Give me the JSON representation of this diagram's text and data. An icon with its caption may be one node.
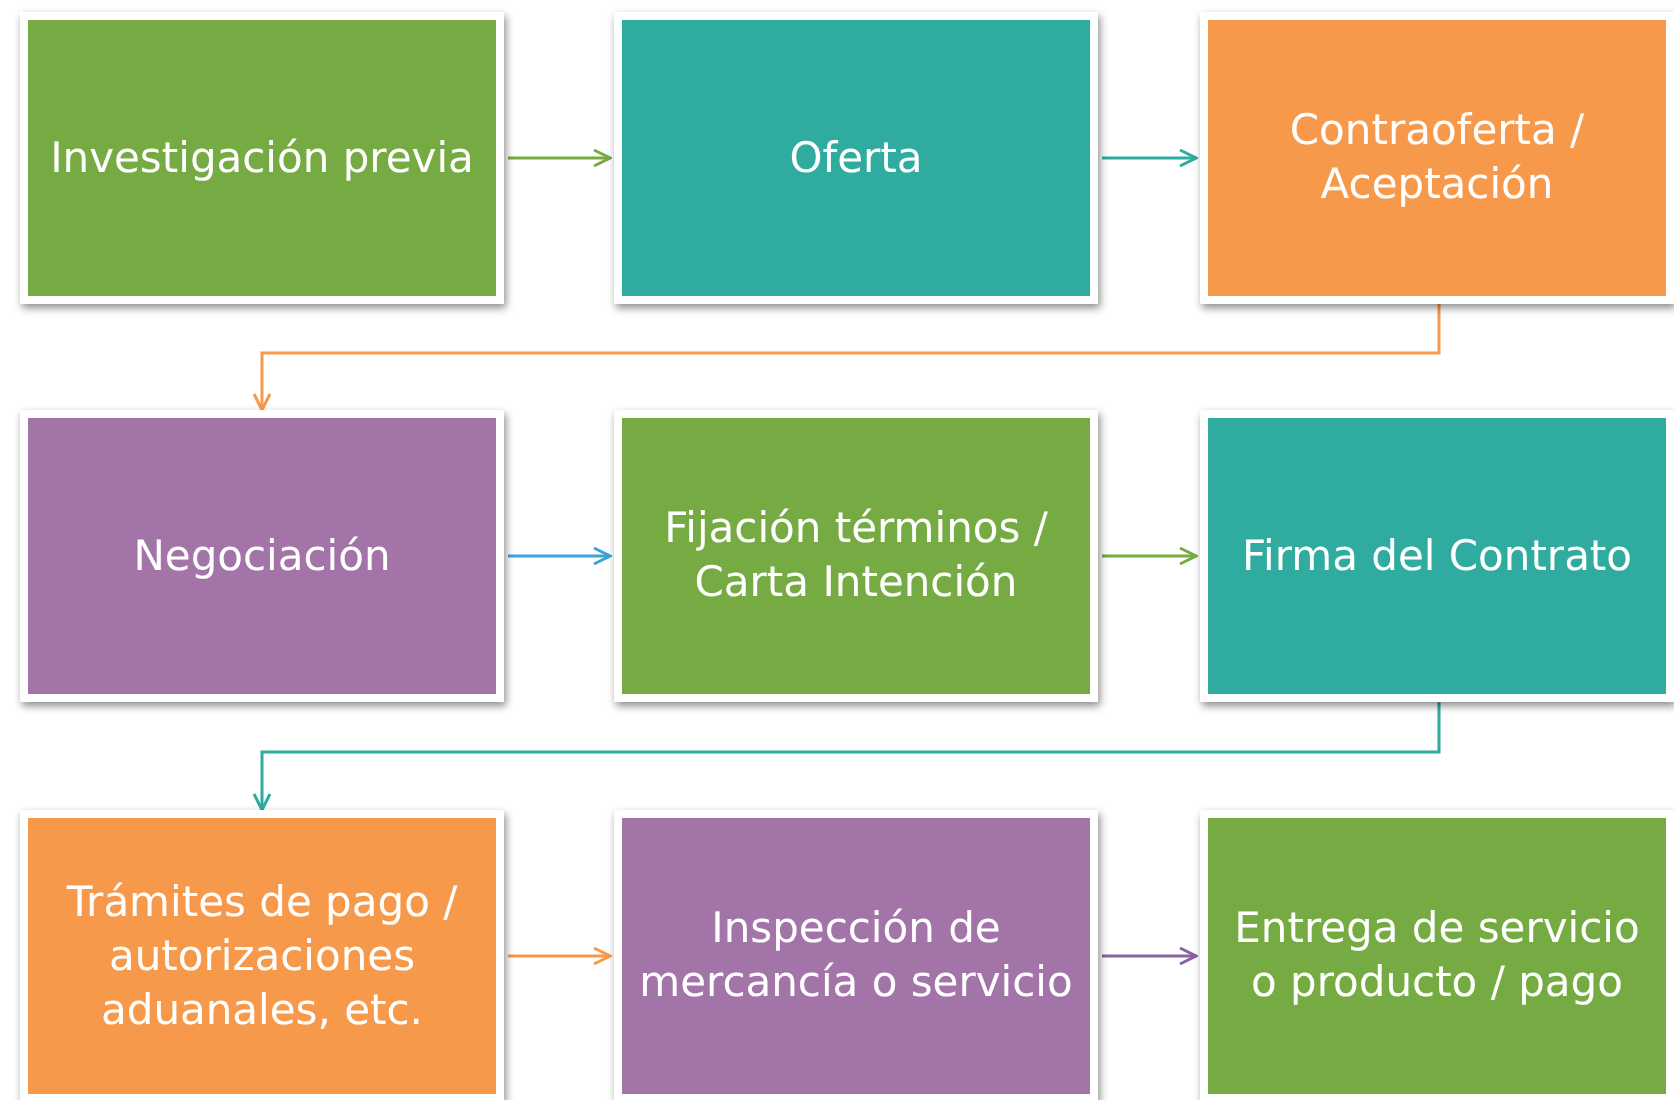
{
  "diagram": {
    "nodes": [
      {
        "text": [
          "Investigación previa"
        ]
      },
      {
        "text": [
          "Oferta"
        ]
      },
      {
        "text": [
          "Contraoferta / Aceptación"
        ]
      },
      {
        "text": [
          "Negociación"
        ]
      },
      {
        "text": [
          "Fijación términos / Carta Intención"
        ]
      },
      {
        "text": [
          "Firma del Contrato"
        ]
      },
      {
        "text": [
          "Trámites de pago / autorizaciones aduanales, etc."
        ]
      },
      {
        "text": [
          "Inspección de mercancía o servicio"
        ]
      },
      {
        "text": [
          "Entrega de servicio o producto / pago"
        ]
      }
    ],
    "edges": [
      {
        "from": 0,
        "to": 1,
        "arrow": "to",
        "color": "#76ab43"
      },
      {
        "from": 1,
        "to": 2,
        "arrow": "to",
        "color": "#2fac9f"
      },
      {
        "from": 2,
        "to": 3,
        "arrow": "to",
        "color": "#f7994a"
      },
      {
        "from": 3,
        "to": 4,
        "arrow": "to",
        "color": "#3fa3d4"
      },
      {
        "from": 4,
        "to": 5,
        "arrow": "to",
        "color": "#76ab43"
      },
      {
        "from": 5,
        "to": 6,
        "arrow": "to",
        "color": "#2fac9f"
      },
      {
        "from": 6,
        "to": 7,
        "arrow": "to",
        "color": "#f7994a"
      },
      {
        "from": 7,
        "to": 8,
        "arrow": "to",
        "color": "#8a62a6"
      }
    ]
  }
}
